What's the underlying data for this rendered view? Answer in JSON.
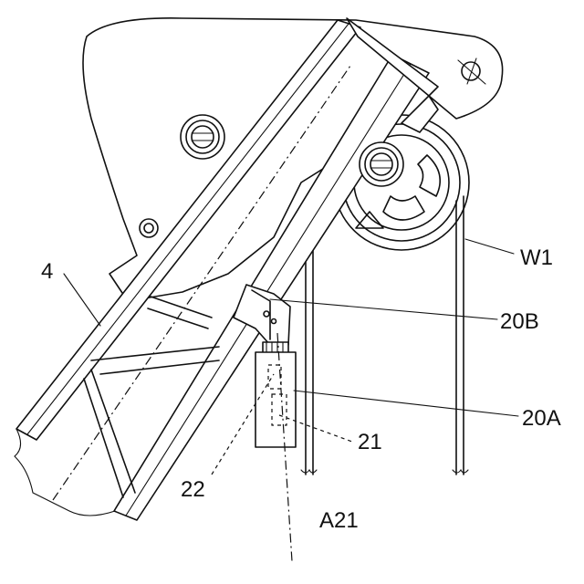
{
  "labels": {
    "boom": "4",
    "wire": "W1",
    "bracket": "20B",
    "housing": "20A",
    "sensor_a": "21",
    "sensor_b": "22",
    "axis": "A21"
  },
  "colors": {
    "line": "#111111",
    "background": "#ffffff"
  }
}
